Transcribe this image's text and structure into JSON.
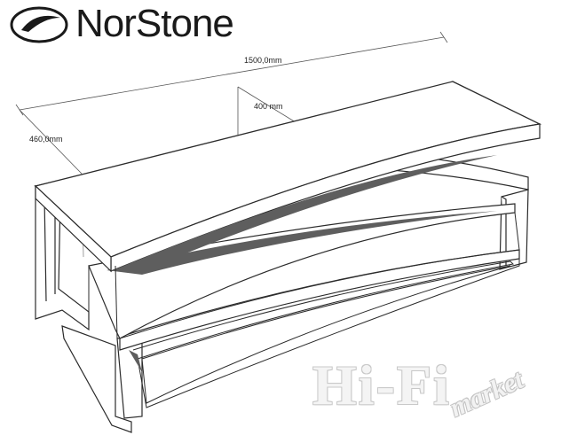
{
  "brand": {
    "name": "NorStone",
    "logo_icon": "norstone-logo-icon"
  },
  "dimensions": {
    "length": "1500,0mm",
    "depth": "460,0mm",
    "height": "400 mm"
  },
  "watermark": {
    "main": "Hi-Fi",
    "sub": "market"
  },
  "colors": {
    "line": "#2b2b2b",
    "shadow": "#5e5e5e",
    "surface": "#ffffff"
  }
}
